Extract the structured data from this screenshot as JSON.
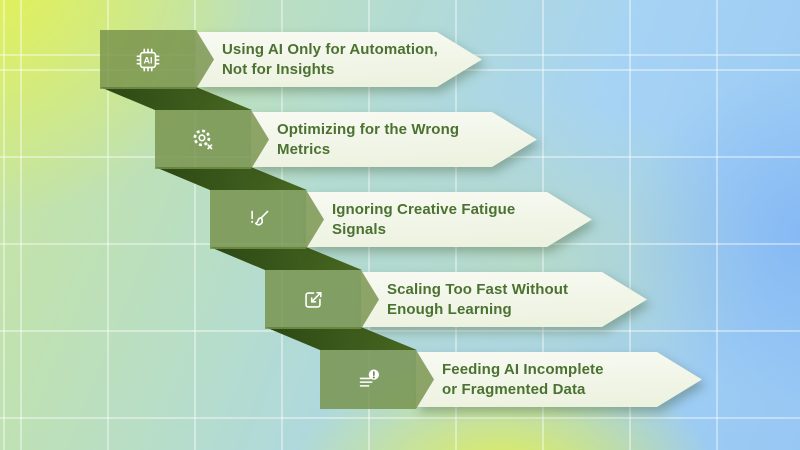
{
  "items": [
    {
      "icon": "ai-chip-icon",
      "title": "Using AI Only for Automation,\nNot for Insights"
    },
    {
      "icon": "gear-x-icon",
      "title": "Optimizing for the Wrong\nMetrics"
    },
    {
      "icon": "brush-alert-icon",
      "title": "Ignoring Creative Fatigue\nSignals"
    },
    {
      "icon": "scale-out-icon",
      "title": "Scaling Too Fast Without\nEnough Learning"
    },
    {
      "icon": "list-alert-icon",
      "title": "Feeding AI Incomplete\nor Fragmented Data"
    }
  ],
  "colors": {
    "box_green": "rgba(118,145,74,0.82)",
    "fold_dark": "#2c4814",
    "fold_light": "#486821",
    "banner_cream": "#f3f7ea",
    "text_green": "#4b7231",
    "bg_yellow": "#e3f253",
    "bg_blue": "#9ccaf3",
    "icon_white": "#ffffff"
  }
}
